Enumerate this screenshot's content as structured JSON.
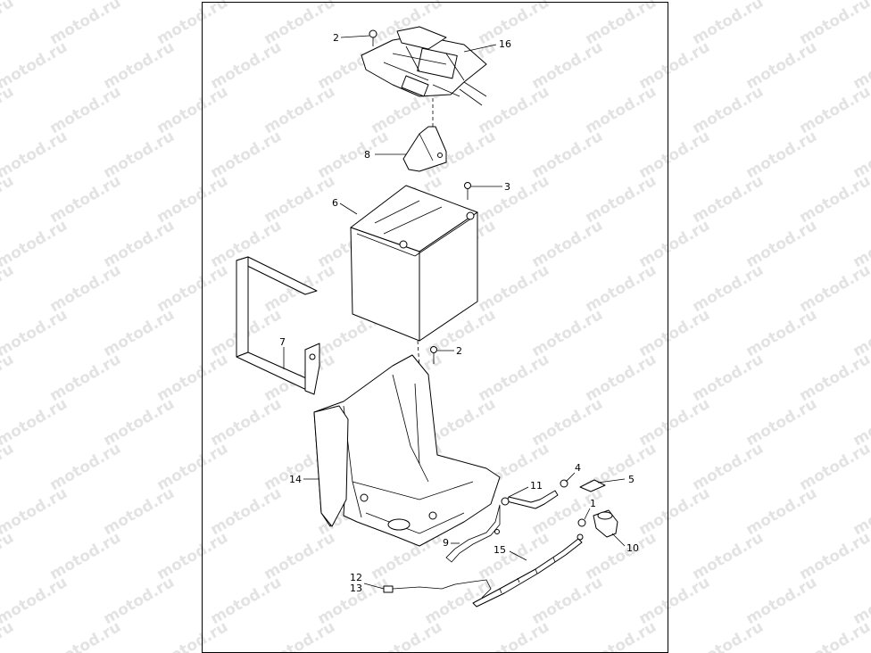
{
  "watermark": "motod.ru",
  "callouts": {
    "c1": "1",
    "c2a": "2",
    "c2b": "2",
    "c3": "3",
    "c4": "4",
    "c5": "5",
    "c6": "6",
    "c7": "7",
    "c8": "8",
    "c9": "9",
    "c10": "10",
    "c11": "11",
    "c12": "12",
    "c13": "13",
    "c14": "14",
    "c15": "15",
    "c16": "16"
  }
}
